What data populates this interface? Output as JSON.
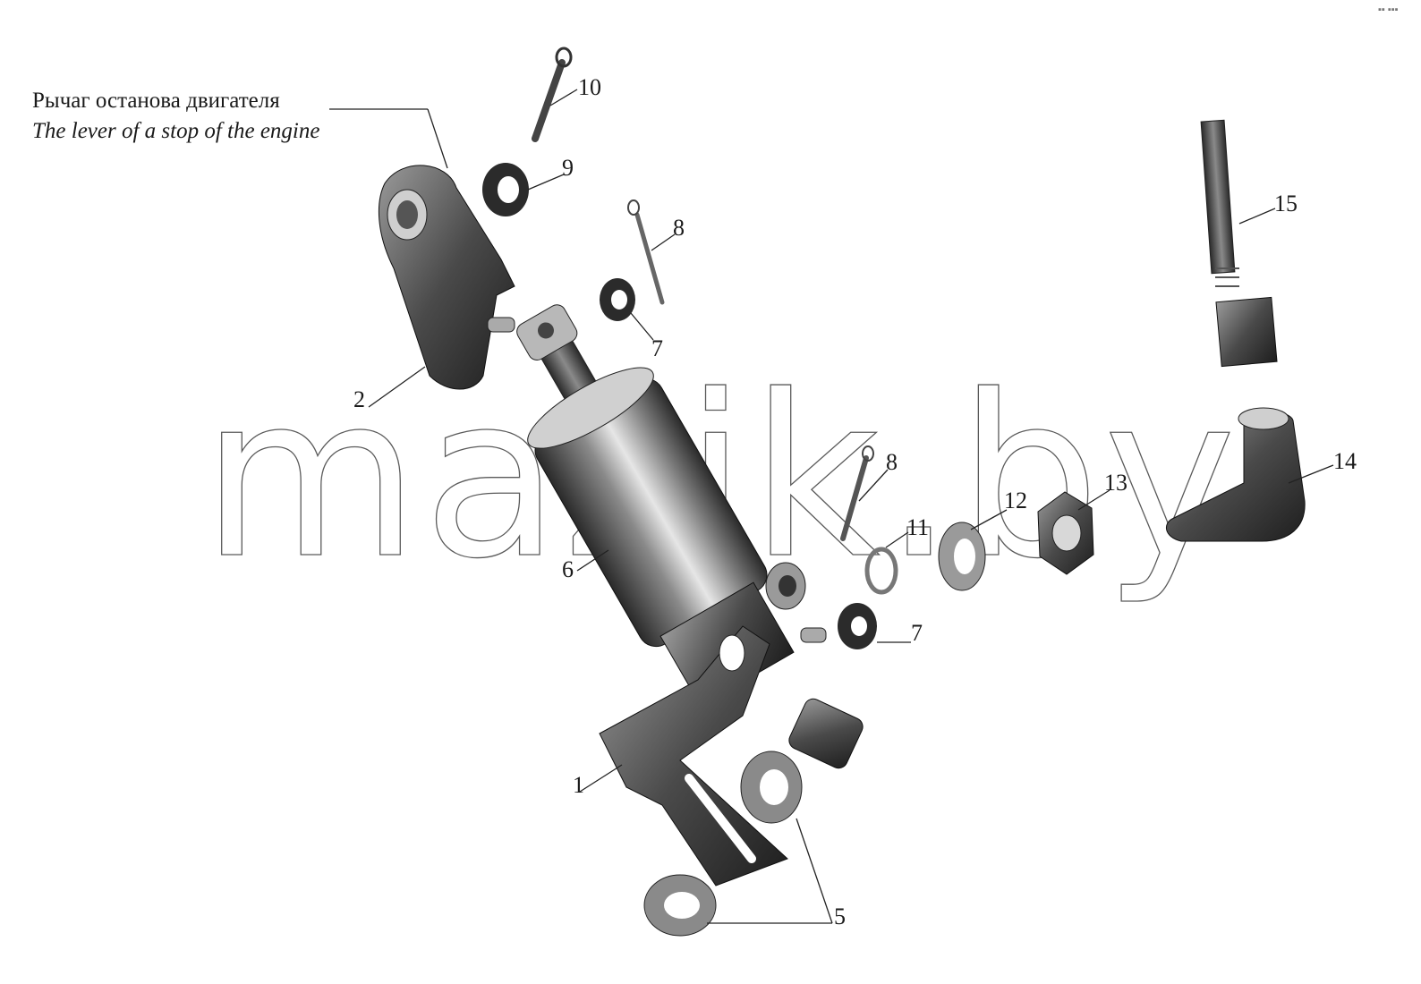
{
  "title": {
    "ru": "Рычаг останова двигателя",
    "en": "The lever of a stop of the engine"
  },
  "watermark": "mazik.by",
  "corner_mark": "▪▪ ▪▪▪",
  "callouts": {
    "c1": "1",
    "c2": "2",
    "c5": "5",
    "c6": "6",
    "c7a": "7",
    "c7b": "7",
    "c8a": "8",
    "c8b": "8",
    "c9": "9",
    "c10": "10",
    "c11": "11",
    "c12": "12",
    "c13": "13",
    "c14": "14",
    "c15": "15"
  },
  "colors": {
    "part_dark": "#2b2b2b",
    "part_mid": "#6d6d6d",
    "part_light": "#bdbdbd",
    "watermark_stroke": "#5a5a5a"
  }
}
